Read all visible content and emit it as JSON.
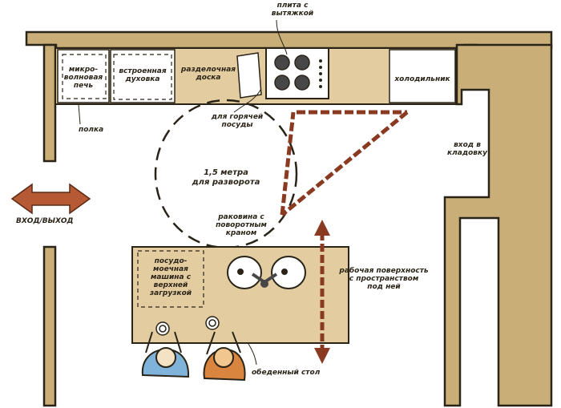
{
  "labels": {
    "stove": [
      "плита с",
      "вытяжкой"
    ],
    "microwave": [
      "микро-",
      "волновая",
      "печь"
    ],
    "oven": [
      "встроенная",
      "духовка"
    ],
    "cutting_board": [
      "разделочная",
      "доска"
    ],
    "fridge": "холодильник",
    "shelf": "полка",
    "hot_dishes": [
      "для горячей",
      "посуды"
    ],
    "pantry_entry": [
      "вход в",
      "кладовку"
    ],
    "turning_space": [
      "1,5 метра",
      "для разворота"
    ],
    "entry_exit": "ВХОД/ВЫХОД",
    "sink": [
      "раковина с",
      "поворотным",
      "краном"
    ],
    "dishwasher": [
      "посудо-",
      "моечная",
      "машина с",
      "верхней",
      "загрузкой"
    ],
    "work_surface": [
      "рабочая поверхность",
      "с пространством",
      "под ней"
    ],
    "dining_table": "обеденный стол"
  },
  "colors": {
    "wall": "#c9ae78",
    "wall_edge": "#2a2418",
    "counter": "#e2cca0",
    "triangle": "#8b3a22",
    "arrow": "#b65a35",
    "person_blue": "#7fb3d9",
    "person_orange": "#d9843f"
  },
  "icons": [
    "stove-burner-icon",
    "entry-arrow-icon",
    "person-icon",
    "plate-icon",
    "sink-bowl-icon"
  ]
}
